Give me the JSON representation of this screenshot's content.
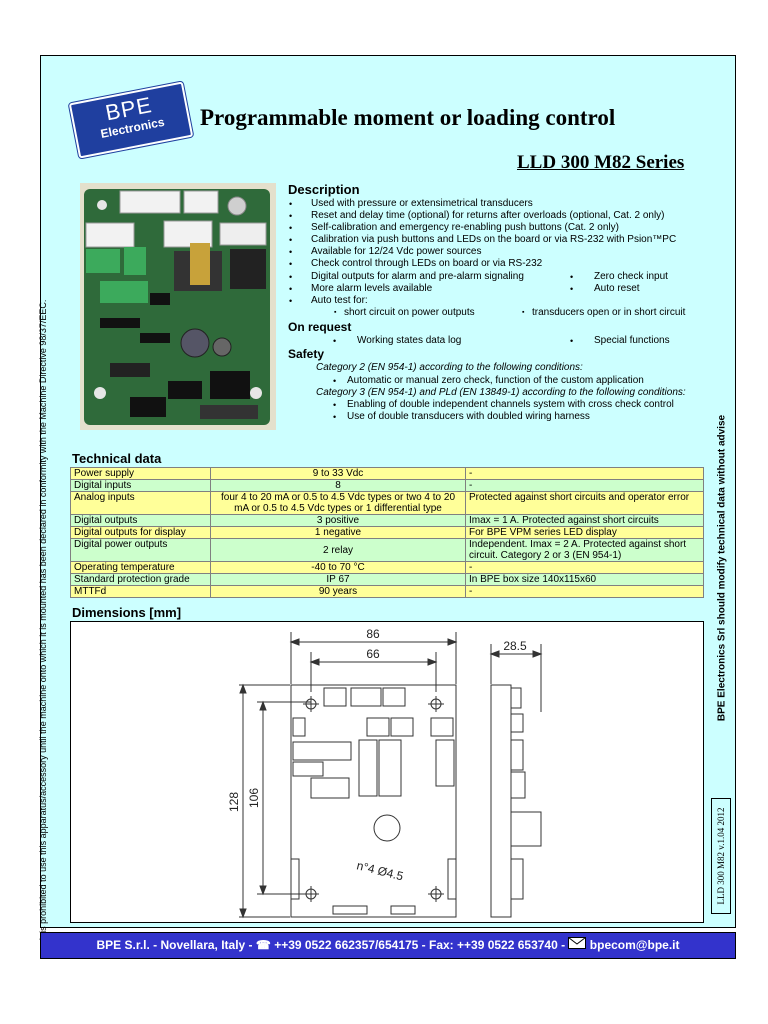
{
  "logo": {
    "line1": "BPE",
    "line2": "Electronics"
  },
  "title": "Programmable moment or loading control",
  "series": "LLD 300 M82 Series",
  "description": {
    "heading": "Description",
    "items": [
      "Used with pressure or extensimetrical transducers",
      "Reset and delay time (optional) for returns after overloads (optional, Cat. 2 only)",
      "Self-calibration and emergency re-enabling push buttons (Cat. 2 only)",
      "Calibration via push buttons and LEDs on the board or via RS-232 with Psion™PC",
      "Available for 12/24 Vdc power sources",
      "Check control through LEDs on board or via RS-232",
      "Digital outputs for alarm and pre-alarm signaling",
      "More alarm levels available",
      "Auto test for:"
    ],
    "right_items": [
      "Zero check input",
      "Auto reset"
    ],
    "subitems": [
      "short circuit on power outputs",
      "transducers open or in short circuit"
    ]
  },
  "on_request": {
    "heading": "On request",
    "items": [
      "Working states data log",
      "Special functions"
    ]
  },
  "safety": {
    "heading": "Safety",
    "cat2": "Category 2 (EN 954-1) according to the following conditions:",
    "cat2_items": [
      "Automatic or manual zero check, function of the custom application"
    ],
    "cat3": "Category 3 (EN 954-1) and PLd (EN 13849-1) according to the following conditions:",
    "cat3_items": [
      "Enabling of double independent channels system with cross check control",
      "Use of double transducers with doubled wiring harness"
    ]
  },
  "technical": {
    "heading": "Technical data",
    "rows": [
      {
        "label": "Power supply",
        "value": "9 to 33 Vdc",
        "note": "-"
      },
      {
        "label": "Digital inputs",
        "value": "8",
        "note": "-"
      },
      {
        "label": "Analog inputs",
        "value": "four 4 to 20 mA or 0.5 to 4.5 Vdc types or two 4 to 20 mA or 0.5 to 4.5 Vdc types or 1 differential type",
        "note": "Protected against short circuits and operator error"
      },
      {
        "label": "Digital outputs",
        "value": "3 positive",
        "note": "Imax = 1 A. Protected against short circuits"
      },
      {
        "label": "Digital outputs for display",
        "value": "1 negative",
        "note": "For BPE VPM series LED display"
      },
      {
        "label": "Digital power outputs",
        "value": "2 relay",
        "note": "Independent. Imax = 2 A. Protected against short circuit. Category 2 or 3 (EN 954-1)"
      },
      {
        "label": "Operating temperature",
        "value": "-40 to 70 °C",
        "note": "-"
      },
      {
        "label": "Standard protection grade",
        "value": "IP 67",
        "note": "In BPE box size 140x115x60"
      },
      {
        "label": "MTTFd",
        "value": "90 years",
        "note": "-"
      }
    ]
  },
  "dimensions": {
    "heading": "Dimensions [mm]",
    "width_outer": "86",
    "width_inner": "66",
    "depth": "28.5",
    "height_outer": "128",
    "height_inner": "106",
    "holes": "n°4 Ø4.5"
  },
  "side_left": "It is prohibited to use this apparatus/accessory until the machine onto which it is mounted has been declared in conformity with the Machine Directive 98/37/EEC.",
  "side_right": "BPE Electronics Srl should modify technical data without advise",
  "version": "LLD 300 M82 v.1.04 2012",
  "footer": {
    "part1": "BPE S.r.l. - Novellara, Italy - ",
    "phone": "++39 0522 662357/654175 - Fax: ++39 0522 653740 - ",
    "email": "bpecom@bpe.it"
  },
  "colors": {
    "panel": "#ccffff",
    "footer": "#3333cc",
    "row_yellow": "#ffff99",
    "row_green": "#ccffcc",
    "logo": "#1f3f9f"
  }
}
